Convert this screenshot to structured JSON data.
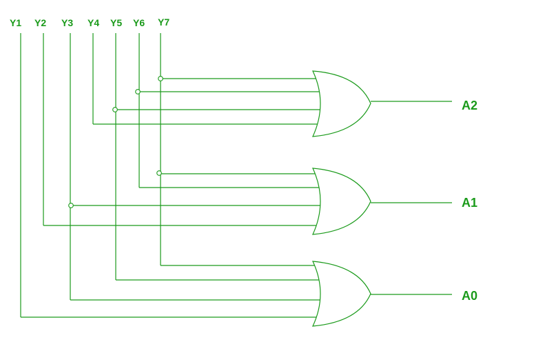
{
  "inputs": [
    "Y1",
    "Y2",
    "Y3",
    "Y4",
    "Y5",
    "Y6",
    "Y7"
  ],
  "outputs": [
    "A2",
    "A1",
    "A0"
  ],
  "colors": {
    "line": "#1a9a1a",
    "background": "#ffffff"
  },
  "gate_type": "OR",
  "connections": {
    "A2": [
      "Y7",
      "Y6",
      "Y5",
      "Y4"
    ],
    "A1": [
      "Y7",
      "Y6",
      "Y3",
      "Y2"
    ],
    "A0": [
      "Y7",
      "Y5",
      "Y3",
      "Y1"
    ]
  }
}
